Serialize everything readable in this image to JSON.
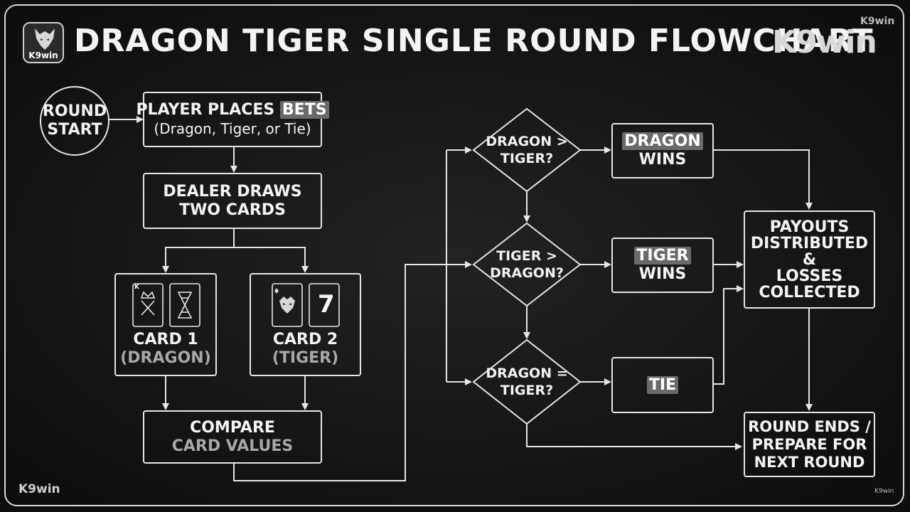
{
  "header": {
    "title": "DRAGON TIGER SINGLE ROUND FLOWCHART",
    "brand": "K9win",
    "brand_small": "K9win",
    "logo_text": "K9win",
    "logo_icon": "wolf-icon"
  },
  "footer": {
    "brand_left": "K9win",
    "brand_right": "K9win"
  },
  "nodes": {
    "start": {
      "line1": "ROUND",
      "line2": "START"
    },
    "bets": {
      "line1_pre": "PLAYER PLACES ",
      "line1_hl": "BETS",
      "line2": "(Dragon, Tiger, or Tie)"
    },
    "draw": {
      "line1": "DEALER DRAWS",
      "line2": "TWO CARDS"
    },
    "card1": {
      "line1": "CARD 1",
      "line2": "(DRAGON)",
      "icons": [
        "king-card-icon",
        "king-card-icon"
      ],
      "corner": "K"
    },
    "card2": {
      "line1": "CARD 2",
      "line2": "(TIGER)",
      "icons": [
        "tiger-card-icon",
        "seven-card-icon"
      ],
      "seven": "7"
    },
    "compare": {
      "line1": "COMPARE",
      "line2": "CARD VALUES"
    },
    "q1": {
      "line1": "DRAGON >",
      "line2": "TIGER?"
    },
    "q2": {
      "line1": "TIGER >",
      "line2": "DRAGON?"
    },
    "q3": {
      "line1": "DRAGON =",
      "line2": "TIGER?"
    },
    "r1": {
      "line1": "DRAGON",
      "line2": "WINS"
    },
    "r2": {
      "line1": "TIGER",
      "line2": "WINS"
    },
    "r3": {
      "line1": "TIE"
    },
    "payouts": {
      "line1": "PAYOUTS",
      "line2": "DISTRIBUTED",
      "line3": "&",
      "line4": "LOSSES",
      "line5": "COLLECTED"
    },
    "end": {
      "line1": "ROUND ENDS /",
      "line2": "PREPARE FOR",
      "line3": "NEXT ROUND"
    }
  },
  "colors": {
    "background": "#121212",
    "line": "#e6e6e6",
    "highlight": "#6a6a6a",
    "muted_text": "#a8a8a8"
  }
}
